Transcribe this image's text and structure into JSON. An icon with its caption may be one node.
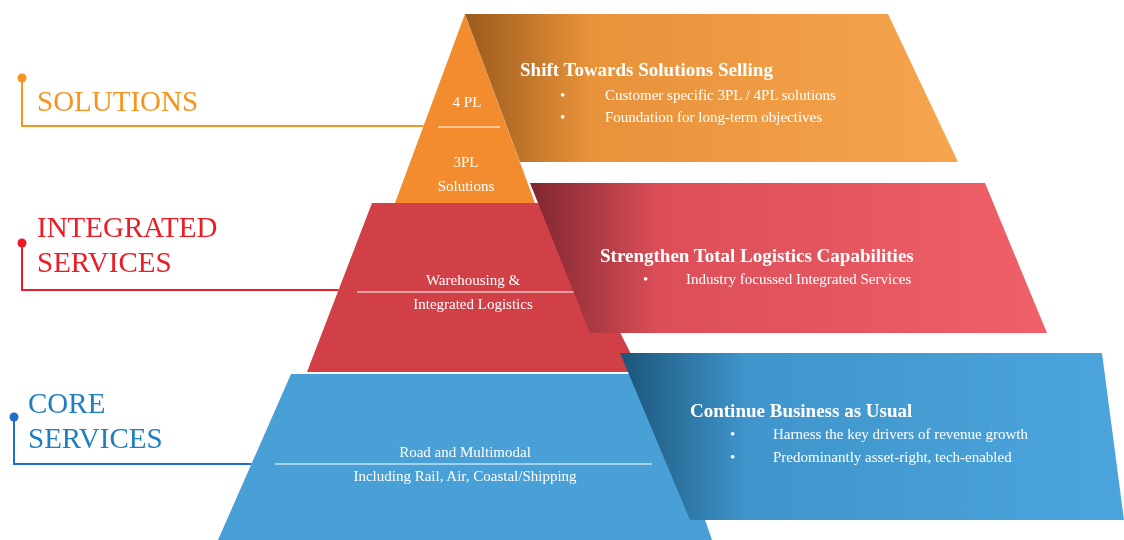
{
  "diagram": {
    "nodes": [
      {
        "text": [
          "SOLUTIONS"
        ]
      },
      {
        "text": [
          "4 PL",
          "3PL Solutions"
        ]
      },
      {
        "text": [
          "Shift Towards Solutions Selling",
          "Customer specific 3PL / 4PL solutions",
          "Foundation for long-term objectives"
        ]
      },
      {
        "text": [
          "INTEGRATED SERVICES"
        ]
      },
      {
        "text": [
          "Warehousing & Integrated Logistics"
        ]
      },
      {
        "text": [
          "Strengthen Total Logistics Capabilities",
          "Industry focussed Integrated Services"
        ]
      },
      {
        "text": [
          "CORE SERVICES"
        ]
      },
      {
        "text": [
          "Road and Multimodal",
          "Including Rail, Air, Coastal/Shipping"
        ]
      },
      {
        "text": [
          "Continue Business as Usual",
          "Harness the key drivers of revenue growth",
          "Predominantly asset-right, tech-enabled"
        ]
      }
    ],
    "edges": [
      {
        "from": 0,
        "to": 1,
        "arrow": "other",
        "color": "#f7941d"
      },
      {
        "from": 3,
        "to": 4,
        "arrow": "other",
        "color": "#ed1c24"
      },
      {
        "from": 6,
        "to": 7,
        "arrow": "other",
        "color": "#1f6fc8"
      }
    ],
    "labels": [
      "•",
      "•",
      "•",
      "•",
      "•"
    ]
  }
}
